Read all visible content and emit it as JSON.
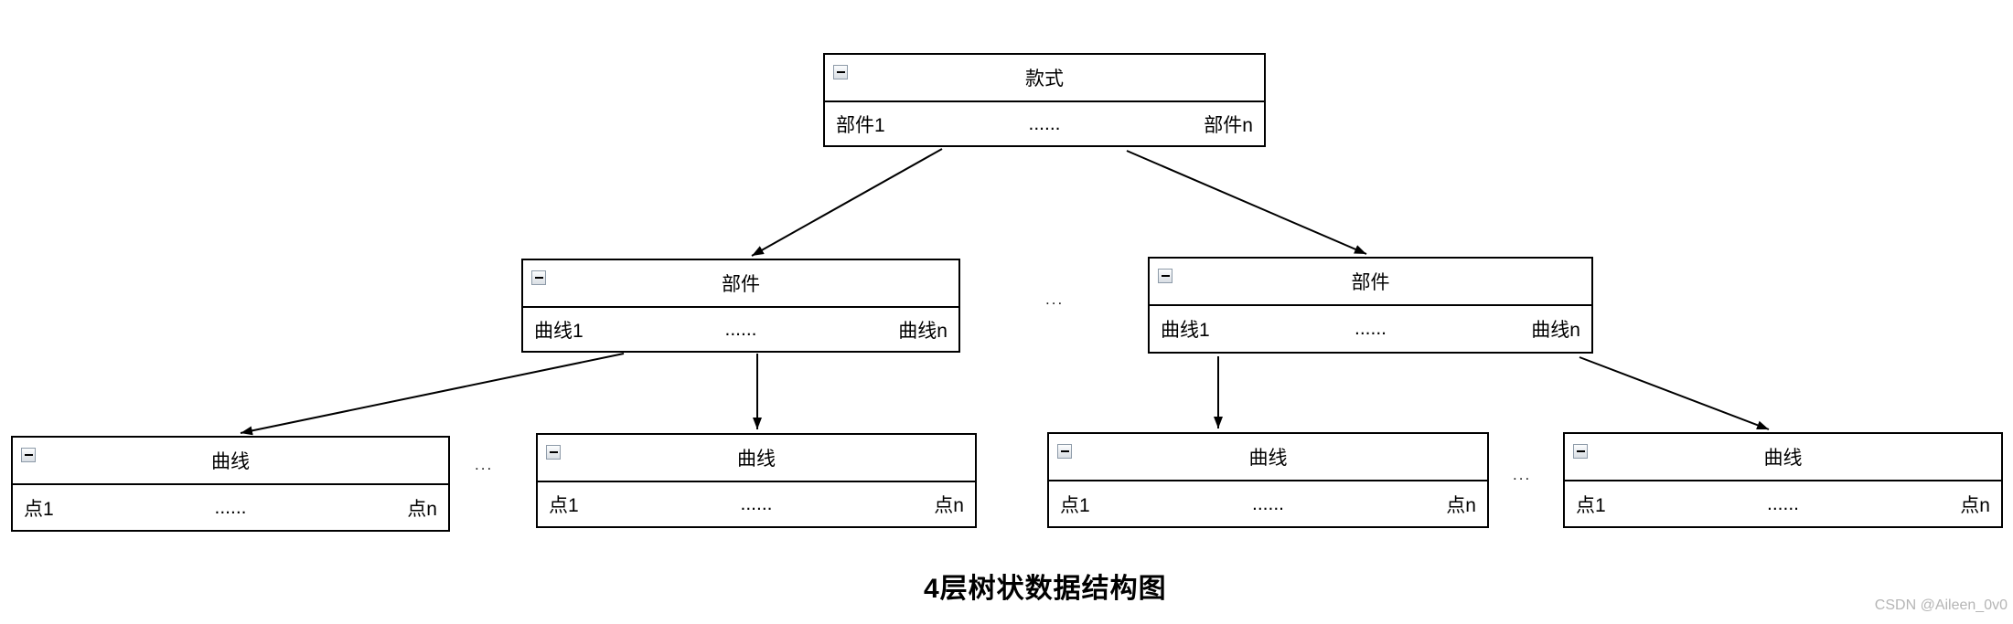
{
  "diagram": {
    "caption": "4层树状数据结构图",
    "watermark": "CSDN @Aileen_0v0",
    "colors": {
      "node_border": "#000000",
      "node_background": "#ffffff",
      "text": "#000000",
      "watermark_text": "#b5b5b5"
    },
    "nodes": [
      {
        "level": 1,
        "title": "款式",
        "first": "部件1",
        "dots": "......",
        "last": "部件n"
      },
      {
        "level": 2,
        "title": "部件",
        "first": "曲线1",
        "dots": "......",
        "last": "曲线n"
      },
      {
        "level": 2,
        "title": "部件",
        "first": "曲线1",
        "dots": "......",
        "last": "曲线n"
      },
      {
        "level": 3,
        "title": "曲线",
        "first": "点1",
        "dots": "......",
        "last": "点n"
      },
      {
        "level": 3,
        "title": "曲线",
        "first": "点1",
        "dots": "......",
        "last": "点n"
      },
      {
        "level": 3,
        "title": "曲线",
        "first": "点1",
        "dots": "......",
        "last": "点n"
      },
      {
        "level": 3,
        "title": "曲线",
        "first": "点1",
        "dots": "......",
        "last": "点n"
      }
    ],
    "separators": [
      "...",
      "...",
      "..."
    ]
  }
}
